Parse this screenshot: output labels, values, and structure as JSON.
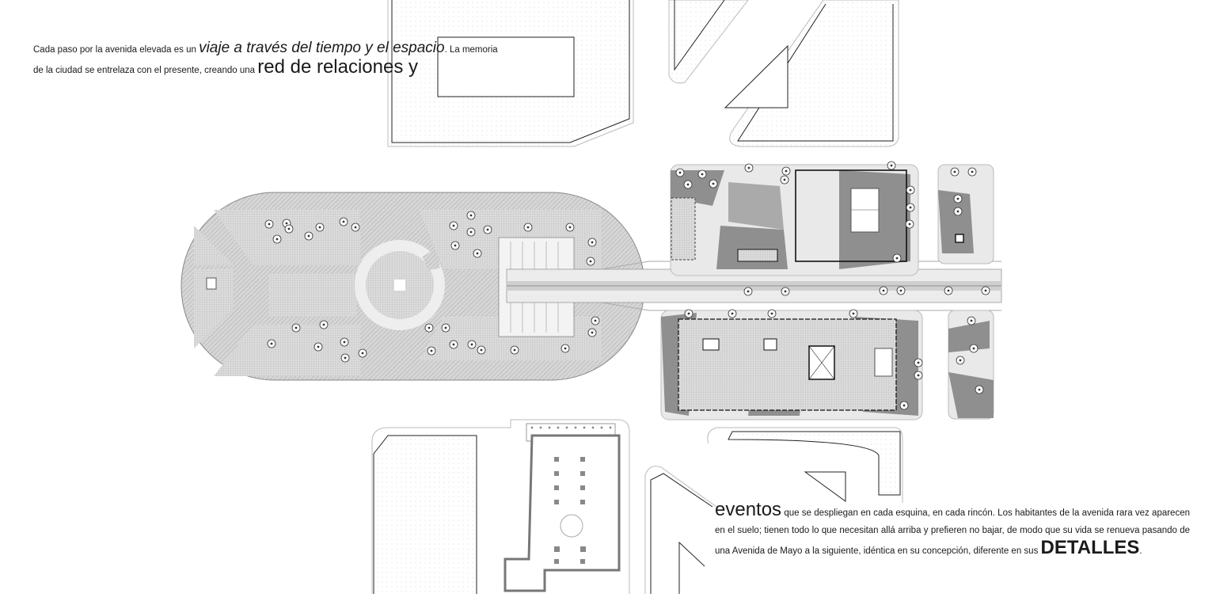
{
  "text_top": {
    "part1": "Cada paso por la avenida elevada es un ",
    "emphasis1": "viaje a través del tiempo y el espacio",
    "part2": ". La memoria de la ciudad se entrelaza con el presente, creando una ",
    "emphasis2": "red de relaciones y"
  },
  "text_bottom": {
    "emphasis1": "eventos",
    "part1": " que se despliegan en cada esquina, en cada rincón. Los habitantes de la avenida rara vez aparecen en el suelo; tienen todo lo que necesitan allá arriba y prefieren no bajar, de modo que su vida se renueva pasando de una Avenida de Mayo a la siguiente, idéntica en su concepción, diferente en sus ",
    "emphasis2": "DETALLES",
    "part2": "."
  },
  "plan": {
    "colors": {
      "hatch": "#c9c9c9",
      "dark": "#8f8f8f",
      "light": "#e6e6e6",
      "line": "#222222"
    }
  }
}
